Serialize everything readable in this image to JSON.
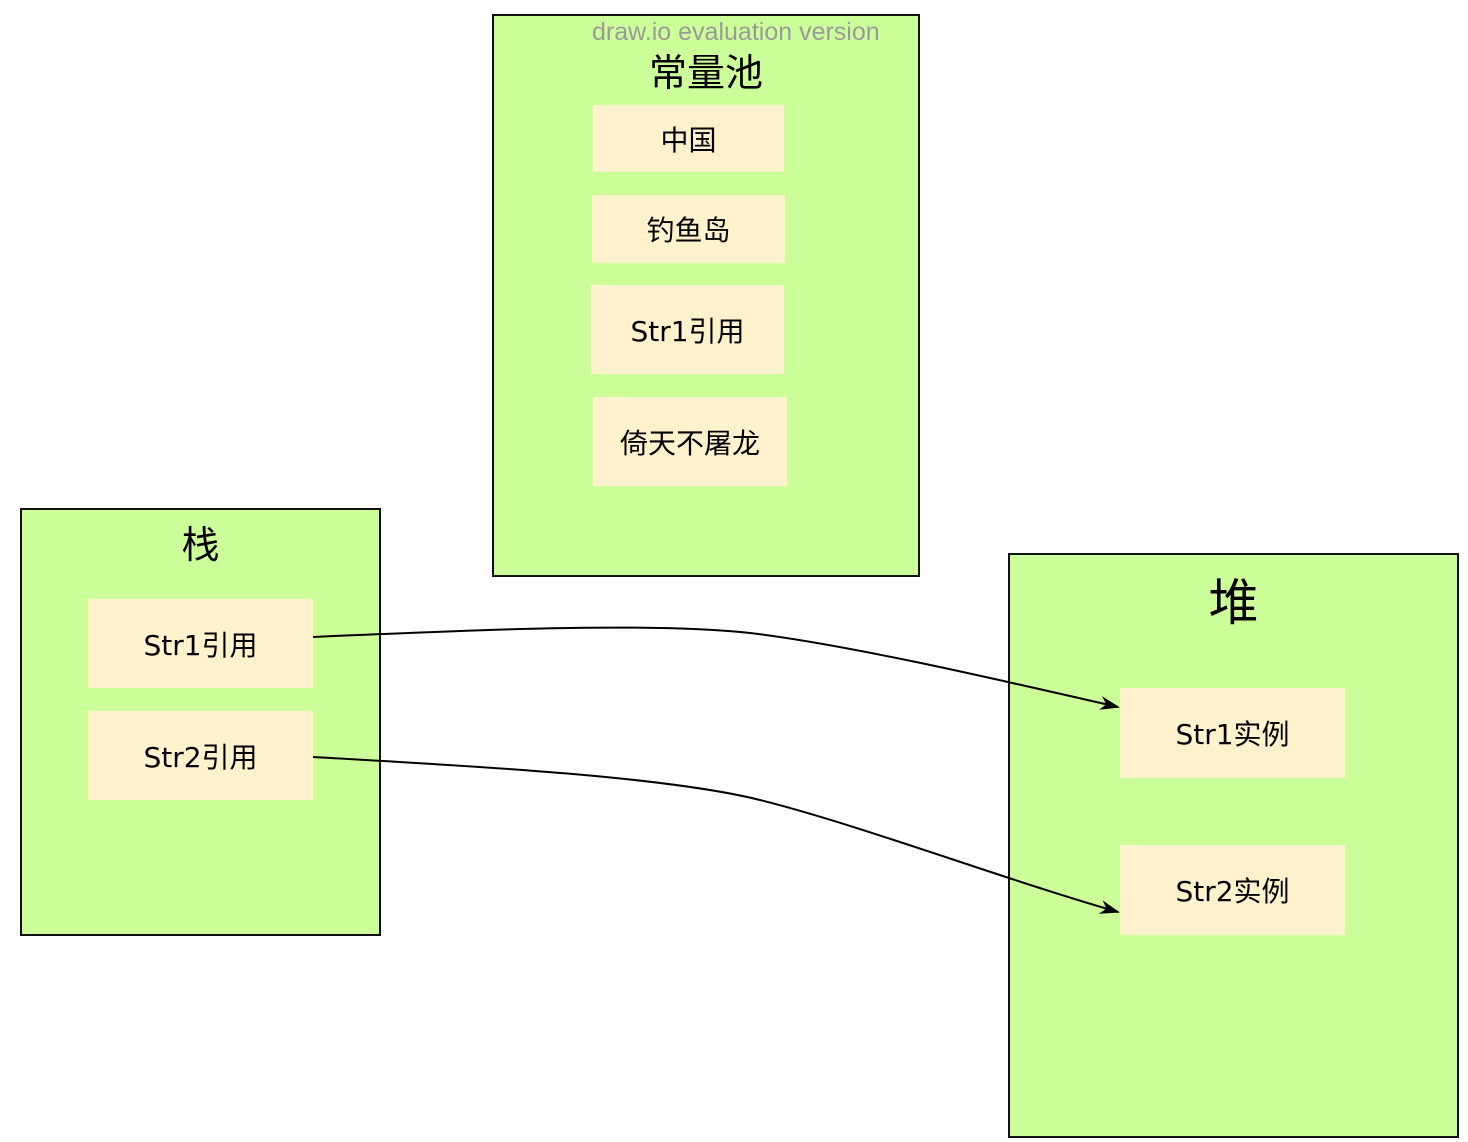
{
  "watermark": "draw.io evaluation version",
  "constant_pool": {
    "title": "常量池",
    "items": [
      "中国",
      "钓鱼岛",
      "Str1引用",
      "倚天不屠龙"
    ]
  },
  "stack": {
    "title": "栈",
    "items": [
      "Str1引用",
      "Str2引用"
    ]
  },
  "heap": {
    "title": "堆",
    "items": [
      "Str1实例",
      "Str2实例"
    ]
  },
  "colors": {
    "container_fill": "#ccff99",
    "cell_fill": "#fff2cc",
    "stroke": "#111111"
  }
}
